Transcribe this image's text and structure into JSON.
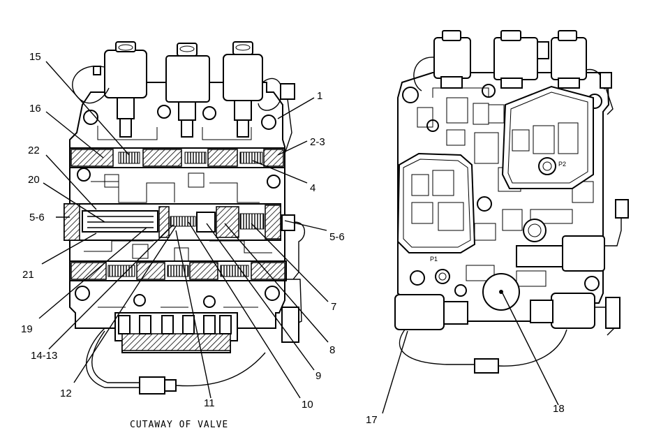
{
  "caption": "CUTAWAY OF VALVE",
  "left_labels": [
    {
      "id": "15",
      "text": "15"
    },
    {
      "id": "16",
      "text": "16"
    },
    {
      "id": "22",
      "text": "22"
    },
    {
      "id": "20",
      "text": "20"
    },
    {
      "id": "5-6-left",
      "text": "5-6"
    },
    {
      "id": "21",
      "text": "21"
    },
    {
      "id": "19",
      "text": "19"
    },
    {
      "id": "14-13",
      "text": "14-13"
    },
    {
      "id": "12",
      "text": "12"
    },
    {
      "id": "11",
      "text": "11"
    },
    {
      "id": "10",
      "text": "10"
    },
    {
      "id": "9",
      "text": "9"
    },
    {
      "id": "8",
      "text": "8"
    },
    {
      "id": "7",
      "text": "7"
    },
    {
      "id": "5-6-right",
      "text": "5-6"
    },
    {
      "id": "4",
      "text": "4"
    },
    {
      "id": "2-3",
      "text": "2-3"
    },
    {
      "id": "1",
      "text": "1"
    }
  ],
  "right_labels": [
    {
      "id": "17",
      "text": "17"
    },
    {
      "id": "18",
      "text": "18"
    }
  ],
  "casting_marks": {
    "p1": "P1",
    "p2": "P2"
  }
}
